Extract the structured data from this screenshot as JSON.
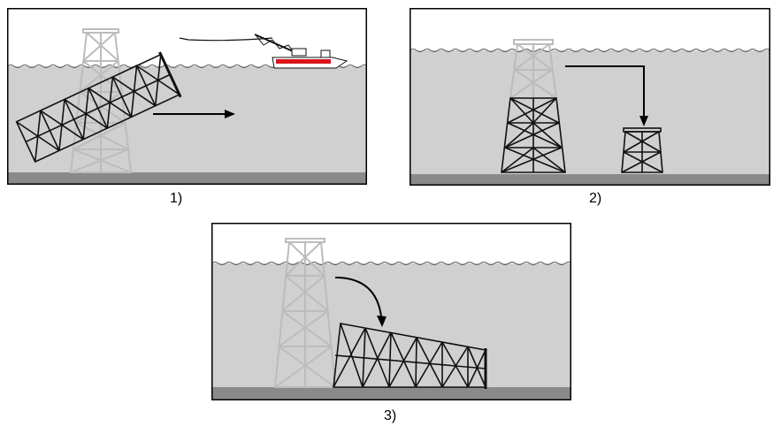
{
  "panels": [
    {
      "label": "1)"
    },
    {
      "label": "2)"
    },
    {
      "label": "3)"
    }
  ],
  "colors": {
    "sky": "#ffffff",
    "water": "#d0d0d0",
    "seabed": "#8a8a8a",
    "jacket": "#111111",
    "ghost_jacket": "#bcbcbc",
    "vessel_hull": "#d9141c",
    "frame": "#000000"
  }
}
